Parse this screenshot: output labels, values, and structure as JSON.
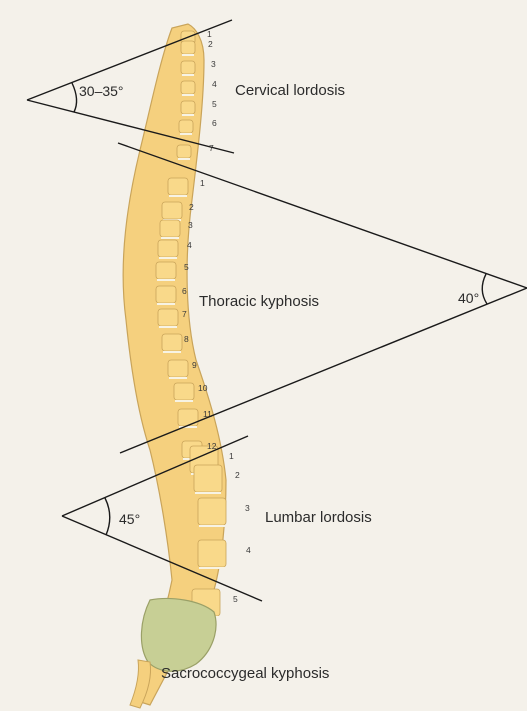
{
  "regions": [
    {
      "label": "Cervical lordosis",
      "angle": "30–35°"
    },
    {
      "label": "Thoracic kyphosis",
      "angle": "40°"
    },
    {
      "label": "Lumbar lordosis",
      "angle": "45°"
    },
    {
      "label": "Sacrococcygeal kyphosis",
      "angle": ""
    }
  ],
  "vertebrae": {
    "cervical": [
      "1",
      "2",
      "3",
      "4",
      "5",
      "6",
      "7"
    ],
    "thoracic": [
      "1",
      "2",
      "3",
      "4",
      "5",
      "6",
      "7",
      "8",
      "9",
      "10",
      "11",
      "12"
    ],
    "lumbar": [
      "1",
      "2",
      "3",
      "4",
      "5"
    ]
  },
  "colors": {
    "background": "#f4f1ea",
    "bone": "#f9d98a",
    "bone_outline": "#c9a45a",
    "disc": "#f7f3e4",
    "sacrum": "#c7cf95",
    "line": "#1a1a1a"
  }
}
